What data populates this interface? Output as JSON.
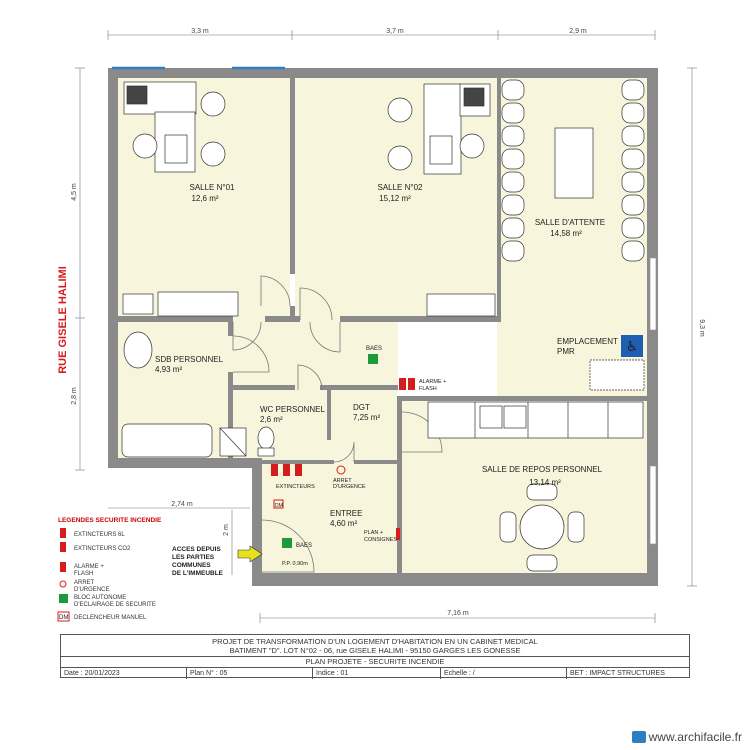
{
  "dimensions": {
    "top1": "3,3 m",
    "top2": "3,7 m",
    "top3": "2,9 m",
    "left1": "4,5 m",
    "left2": "2,8 m",
    "right": "9,3 m",
    "bottom": "7,16 m",
    "mid": "2,74 m",
    "side": "2 m"
  },
  "street": "RUE GISELE HALIMI",
  "rooms": {
    "salle1": {
      "name": "SALLE N°01",
      "area": "12,6 m²"
    },
    "salle2": {
      "name": "SALLE N°02",
      "area": "15,12 m²"
    },
    "attente": {
      "name": "SALLE D'ATTENTE",
      "area": "14,58 m²"
    },
    "pmr": {
      "line1": "EMPLACEMENT",
      "line2": "PMR"
    },
    "sdb": {
      "name": "SDB PERSONNEL",
      "area": "4,93 m²"
    },
    "wc": {
      "name": "WC PERSONNEL",
      "area": "2,6 m²"
    },
    "dgt": {
      "name": "DGT",
      "area": "7,25 m²"
    },
    "repos": {
      "name": "SALLE DE REPOS PERSONNEL",
      "area": "13,14 m²"
    },
    "entree": {
      "name": "ENTREE",
      "area": "4,60 m²"
    }
  },
  "labels": {
    "baes1": "BAES",
    "baes2": "BAES",
    "alarme1": "ALARME +",
    "alarme2": "FLASH",
    "extincteurs": "EXTINCTEURS",
    "arret1": "ARRET",
    "arret2": "D'URGENCE",
    "plan1": "PLAN +",
    "plan2": "CONSIGNES",
    "pp": "P.P. 0.90m",
    "acces": [
      "ACCES DEPUIS",
      "LES PARTIES",
      "COMMUNES",
      "DE L'IMMEUBLE"
    ],
    "dm": "DM"
  },
  "legend": {
    "title": "LEGENDES SECURITE INCENDIE",
    "items": [
      "EXTINCTEURS 6L",
      "EXTINCTEURS CO2",
      "ALARME +",
      "FLASH",
      "ARRET",
      "D'URGENCE",
      "BLOC AUTONOME",
      "D'ECLAIRAGE DE SECURITE",
      "DECLENCHEUR MANUEL"
    ],
    "dm": "DM"
  },
  "titleblock": {
    "line1": "PROJET DE TRANSFORMATION D'UN LOGEMENT D'HABITATION EN UN CABINET MEDICAL",
    "line2": "BATIMENT \"D\". LOT N°02 - 06, rue GISELE HALIMI - 95150 GARGES LES GONESSE",
    "line3": "PLAN PROJETE - SECURITE INCENDIE",
    "date": "Date : 20/01/2023",
    "plan": "Plan N° : 05",
    "indice": "Indice : 01",
    "echelle": "Echelle : /",
    "bet": "BET : IMPACT STRUCTURES"
  },
  "watermark": "www.archifacile.fr",
  "colors": {
    "wall": "#8a8a8a",
    "floor": "#f7f5dc",
    "red": "#d61c1c",
    "green": "#1f9a3a",
    "blue": "#2d7fc1",
    "pmr": "#1e5fb4"
  }
}
